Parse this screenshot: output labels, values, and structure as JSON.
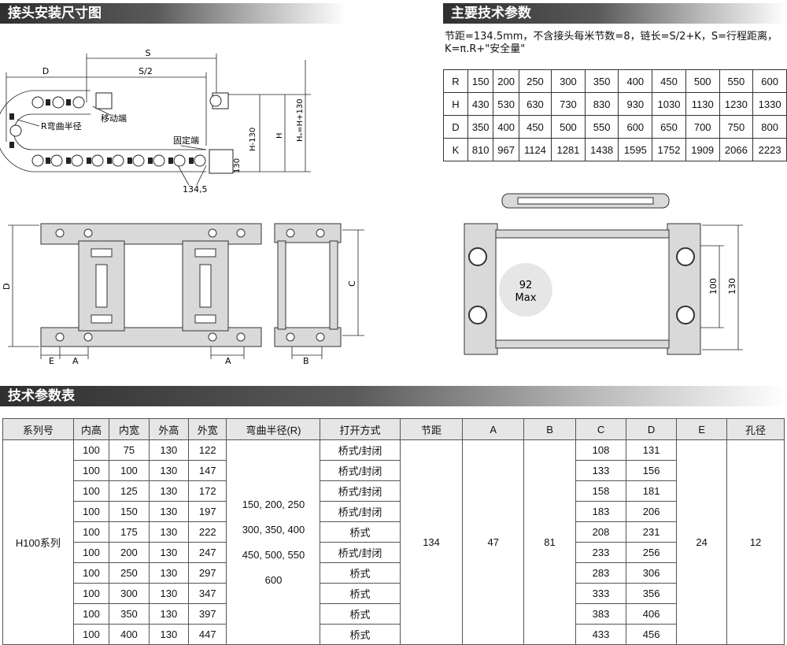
{
  "headings": {
    "drawing": "接头安装尺寸图",
    "params": "主要技术参数",
    "spec": "技术参数表"
  },
  "params_note": "节距=134.5mm，不含接头每米节数=8，链长=S/2+K，S=行程距离，K=π.R+\"安全量\"",
  "drawing_labels": {
    "S": "S",
    "S2": "S/2",
    "D": "D",
    "R_label": "R弯曲半径",
    "moving_end": "移动端",
    "fixed_end": "固定端",
    "pitch": "134,5",
    "dim_130": "130",
    "H_minus": "H-130",
    "H": "H",
    "HH": "Hₛ=H+130",
    "D2": "D",
    "E": "E",
    "A": "A",
    "A2": "A",
    "B": "B",
    "C": "C",
    "max_num": "92",
    "max_text": "Max",
    "dim_100": "100",
    "dim_130b": "130"
  },
  "k_table": [
    [
      "R",
      "150",
      "200",
      "250",
      "300",
      "350",
      "400",
      "450",
      "500",
      "550",
      "600"
    ],
    [
      "H",
      "430",
      "530",
      "630",
      "730",
      "830",
      "930",
      "1030",
      "1130",
      "1230",
      "1330"
    ],
    [
      "D",
      "350",
      "400",
      "450",
      "500",
      "550",
      "600",
      "650",
      "700",
      "750",
      "800"
    ],
    [
      "K",
      "810",
      "967",
      "1124",
      "1281",
      "1438",
      "1595",
      "1752",
      "1909",
      "2066",
      "2223"
    ]
  ],
  "spec": {
    "headers": [
      "系列号",
      "内高",
      "内宽",
      "外高",
      "外宽",
      "弯曲半径(R)",
      "打开方式",
      "节距",
      "A",
      "B",
      "C",
      "D",
      "E",
      "孔径"
    ],
    "series": "H100系列",
    "bend_radius_lines": [
      "150, 200, 250",
      "300, 350, 400",
      "450, 500, 550",
      "600"
    ],
    "pitch": "134",
    "A": "47",
    "B": "81",
    "E": "24",
    "hole": "12",
    "rows": [
      {
        "ih": "100",
        "iw": "75",
        "oh": "130",
        "ow": "122",
        "open": "桥式/封闭",
        "C": "108",
        "D": "131"
      },
      {
        "ih": "100",
        "iw": "100",
        "oh": "130",
        "ow": "147",
        "open": "桥式/封闭",
        "C": "133",
        "D": "156"
      },
      {
        "ih": "100",
        "iw": "125",
        "oh": "130",
        "ow": "172",
        "open": "桥式/封闭",
        "C": "158",
        "D": "181"
      },
      {
        "ih": "100",
        "iw": "150",
        "oh": "130",
        "ow": "197",
        "open": "桥式/封闭",
        "C": "183",
        "D": "206"
      },
      {
        "ih": "100",
        "iw": "175",
        "oh": "130",
        "ow": "222",
        "open": "桥式",
        "C": "208",
        "D": "231"
      },
      {
        "ih": "100",
        "iw": "200",
        "oh": "130",
        "ow": "247",
        "open": "桥式/封闭",
        "C": "233",
        "D": "256"
      },
      {
        "ih": "100",
        "iw": "250",
        "oh": "130",
        "ow": "297",
        "open": "桥式",
        "C": "283",
        "D": "306"
      },
      {
        "ih": "100",
        "iw": "300",
        "oh": "130",
        "ow": "347",
        "open": "桥式",
        "C": "333",
        "D": "356"
      },
      {
        "ih": "100",
        "iw": "350",
        "oh": "130",
        "ow": "397",
        "open": "桥式",
        "C": "383",
        "D": "406"
      },
      {
        "ih": "100",
        "iw": "400",
        "oh": "130",
        "ow": "447",
        "open": "桥式",
        "C": "433",
        "D": "456"
      }
    ]
  },
  "colors": {
    "heading_dark": "#2f2f2f",
    "header_fill": "#e6e6e6",
    "part_fill": "#d9d9d9",
    "part_dark": "#333333"
  }
}
